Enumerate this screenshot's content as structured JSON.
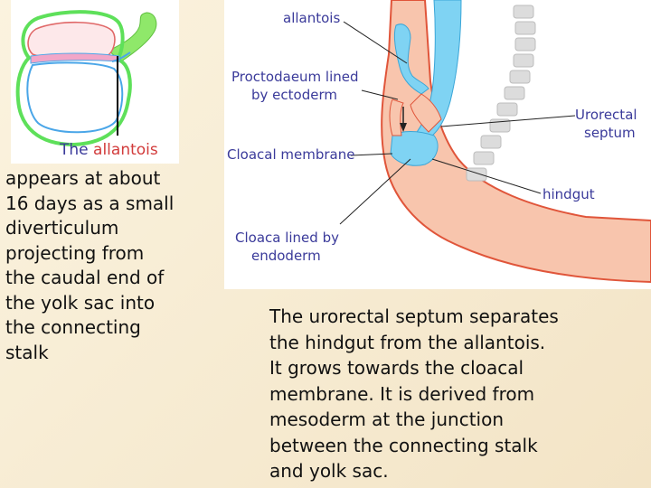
{
  "left_figure": {
    "caption_prefix": "The",
    "caption_highlight": "allantois",
    "description": "appears at about\n16 days as a small\ndiverticulum\nprojecting from\nthe caudal end of\nthe yolk sac into\nthe connecting\nstalk"
  },
  "right_figure": {
    "labels": {
      "allantois": "allantois",
      "proctodaeum_1": "Proctodaeum lined",
      "proctodaeum_2": "by ectoderm",
      "cloacal_membrane": "Cloacal membrane",
      "cloaca_1": "Cloaca lined by",
      "cloaca_2": "endoderm",
      "urorectal_1": "Urorectal",
      "urorectal_2": "septum",
      "hindgut": "hindgut"
    },
    "label_color": "#3a3a9a"
  },
  "description_right": "The urorectal septum separates\nthe hindgut from the allantois.\nIt grows towards the cloacal\nmembrane. It is derived from\nmesoderm at the junction\nbetween the connecting stalk\nand yolk sac."
}
